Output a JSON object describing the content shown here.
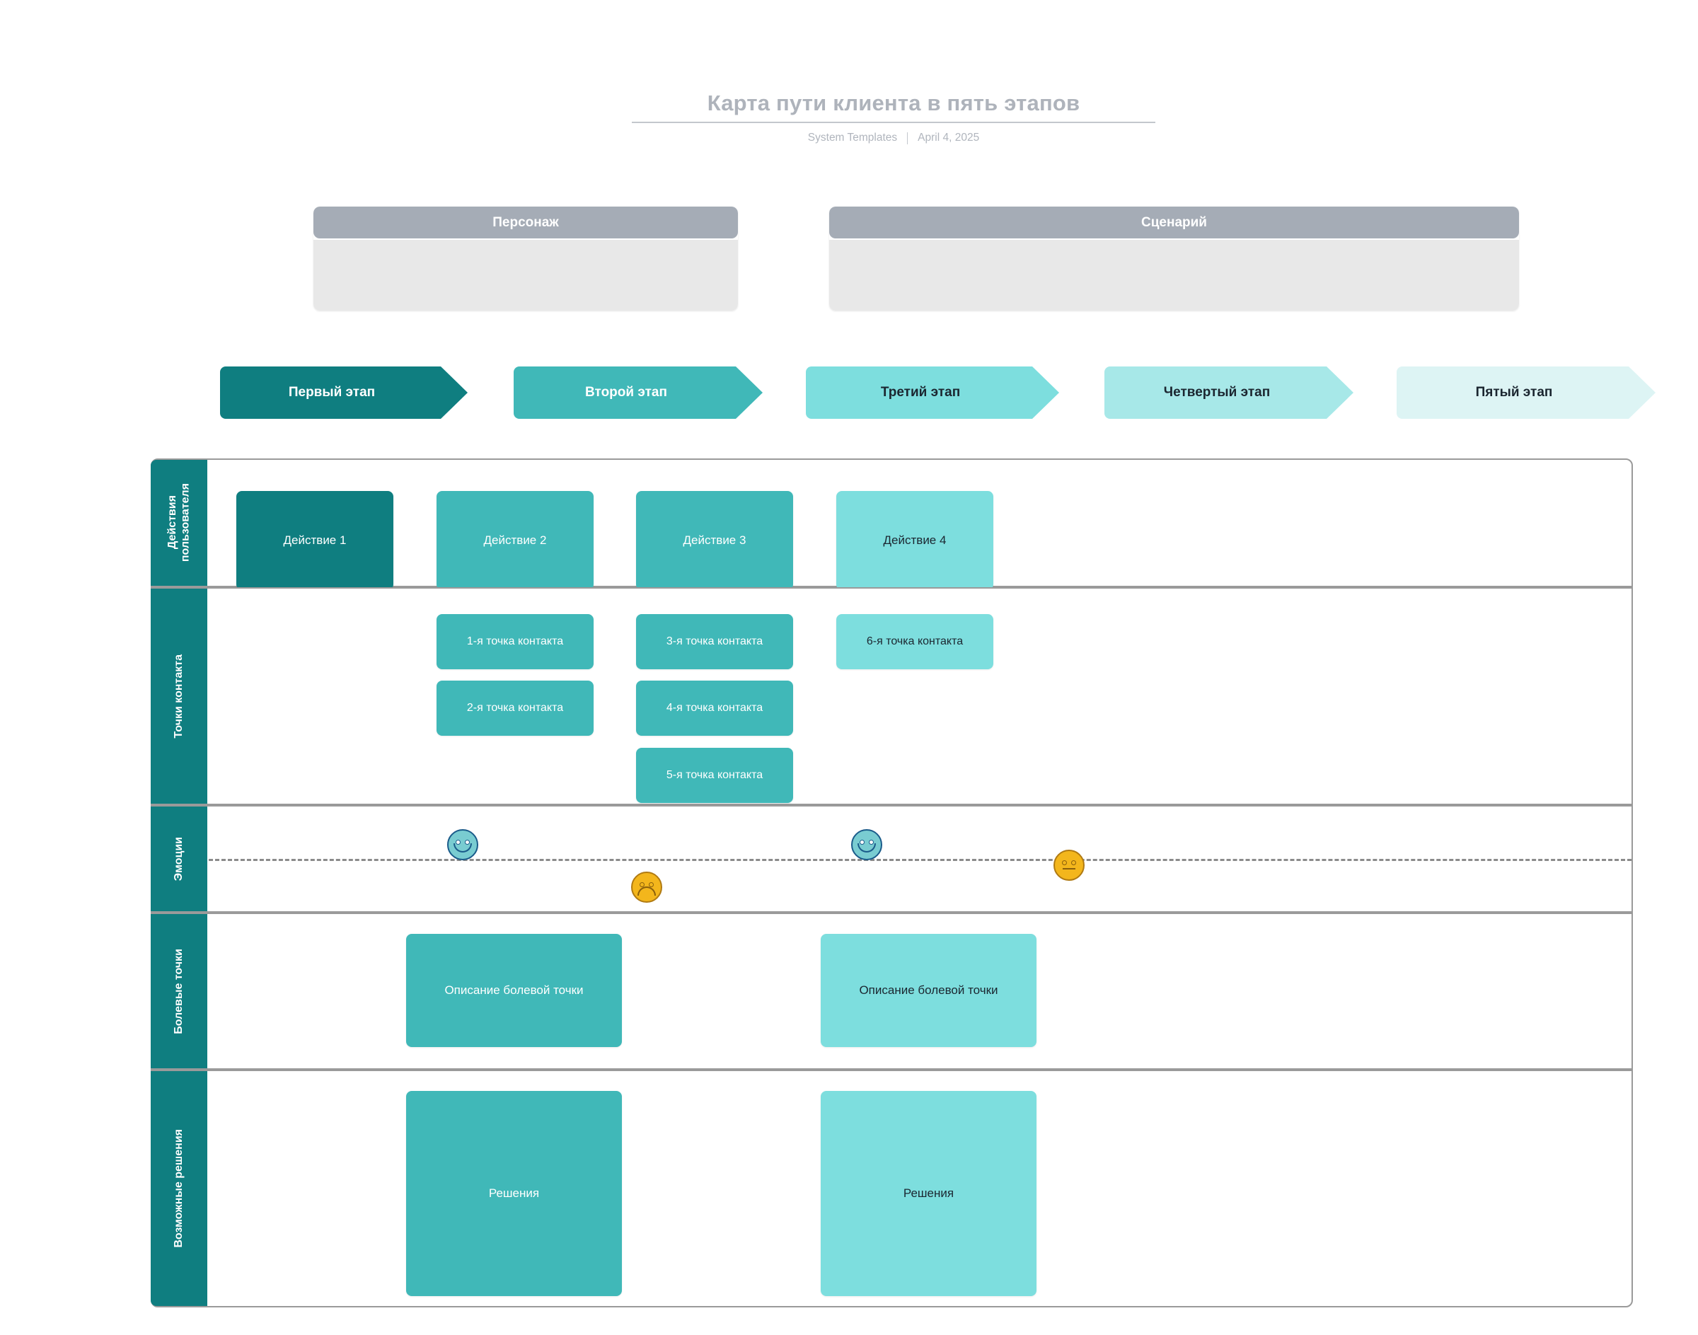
{
  "header": {
    "title": "Карта пути клиента в пять этапов",
    "author": "System Templates",
    "date": "April 4, 2025"
  },
  "info_boxes": {
    "persona": {
      "title": "Персонаж",
      "body": ""
    },
    "scenario": {
      "title": "Сценарий",
      "body": ""
    }
  },
  "stages": [
    {
      "label": "Первый этап",
      "color": "#0f7e80",
      "text_color": "#ffffff"
    },
    {
      "label": "Второй этап",
      "color": "#40b8b8",
      "text_color": "#ffffff"
    },
    {
      "label": "Третий этап",
      "color": "#7ddede",
      "text_color": "#1b2630"
    },
    {
      "label": "Четвертый этап",
      "color": "#a7e8e8",
      "text_color": "#1b2630"
    },
    {
      "label": "Пятый этап",
      "color": "#ddf4f4",
      "text_color": "#1b2630"
    }
  ],
  "rows": {
    "actions": {
      "label": "Действия\nпользователя"
    },
    "touchpoints": {
      "label": "Точки контакта"
    },
    "emotions": {
      "label": "Эмоции"
    },
    "pains": {
      "label": "Болевые точки"
    },
    "solutions": {
      "label": "Возможные решения"
    }
  },
  "actions": [
    {
      "label": "Действие 1",
      "tone": "dark",
      "stage": 1
    },
    {
      "label": "Действие 2",
      "tone": "mid",
      "stage": 2
    },
    {
      "label": "Действие 3",
      "tone": "mid",
      "stage": 3
    },
    {
      "label": "Действие 4",
      "tone": "light",
      "stage": 4
    }
  ],
  "touchpoints": [
    {
      "label": "1-я точка контакта",
      "tone": "mid",
      "stage": 2
    },
    {
      "label": "2-я точка контакта",
      "tone": "mid",
      "stage": 2
    },
    {
      "label": "3-я точка контакта",
      "tone": "mid",
      "stage": 3
    },
    {
      "label": "4-я точка контакта",
      "tone": "mid",
      "stage": 3
    },
    {
      "label": "5-я точка контакта",
      "tone": "mid",
      "stage": 3
    },
    {
      "label": "6-я точка контакта",
      "tone": "light",
      "stage": 4
    }
  ],
  "emotions": [
    {
      "mood": "happy",
      "face": "happy-face-icon",
      "position": "above-baseline",
      "stage": 1
    },
    {
      "mood": "sad",
      "face": "sad-face-icon",
      "position": "below-baseline",
      "stage": 2
    },
    {
      "mood": "happy",
      "face": "happy-face-icon",
      "position": "above-baseline",
      "stage": 3
    },
    {
      "mood": "neutral",
      "face": "neutral-face-icon",
      "position": "on-baseline",
      "stage": 3
    }
  ],
  "pain_points": [
    {
      "label": "Описание болевой точки",
      "tone": "mid",
      "stage": 2
    },
    {
      "label": "Описание болевой точки",
      "tone": "light",
      "stage": 3
    }
  ],
  "solutions": [
    {
      "label": "Решения",
      "tone": "mid",
      "stage": 2
    },
    {
      "label": "Решения",
      "tone": "light",
      "stage": 3
    }
  ],
  "colors": {
    "teal_dark": "#0f7e80",
    "teal_mid": "#40b8b8",
    "teal_light": "#7ddede",
    "teal_pale": "#a7e8e8",
    "teal_palest": "#ddf4f4",
    "gray_header": "#a5acb6",
    "gray_body": "#e8e8e8",
    "gray_border": "#9a9a9a",
    "happy_face": "#79ccd1",
    "yellow_face": "#f3b61c"
  }
}
